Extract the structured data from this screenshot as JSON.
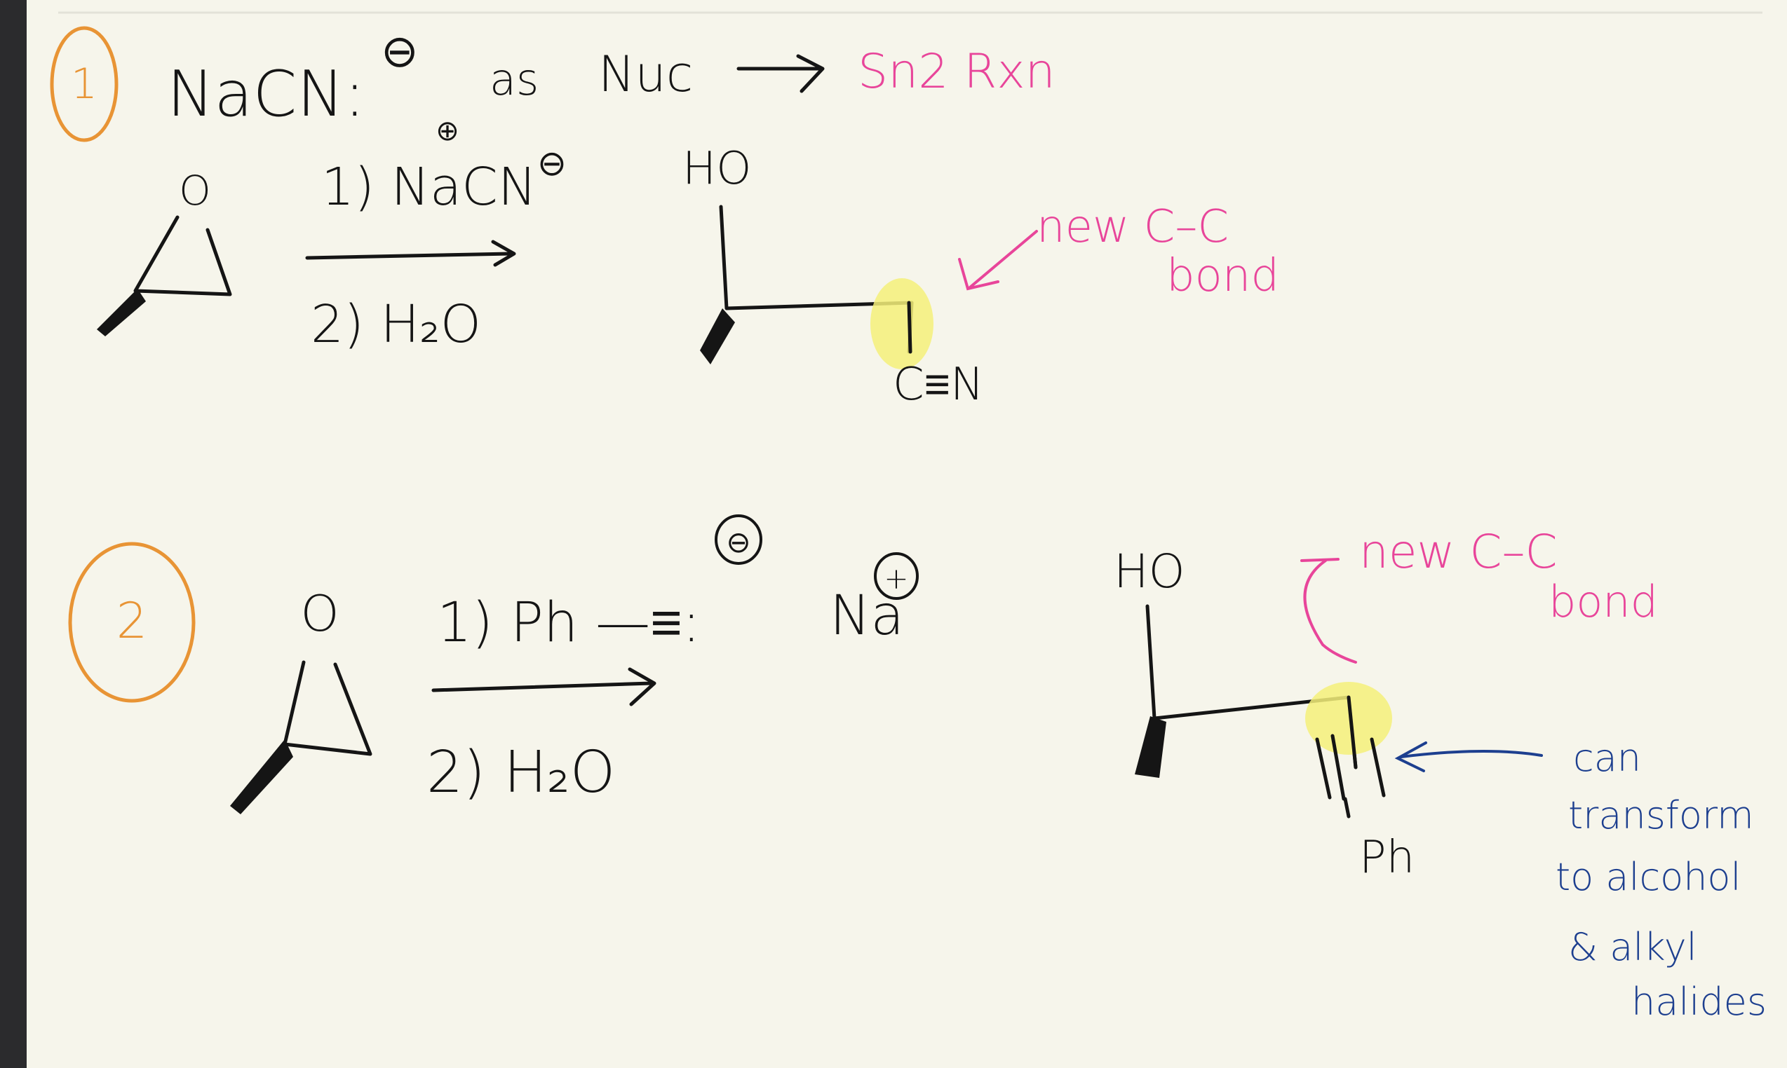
{
  "section1": {
    "number": "1",
    "header": {
      "reagent": "NaCN:",
      "charge": "⊖",
      "as": "as",
      "role": "Nuc",
      "reaction_type": "Sn2 Rxn"
    },
    "reactant": {
      "oxygen": "O"
    },
    "conditions": {
      "step1": "1) NaCN",
      "step1_cation_charge": "⊕",
      "step1_anion_charge": "⊖",
      "step2": "2) H₂O"
    },
    "product": {
      "hydroxyl": "HO",
      "nitrile": "C≡N"
    },
    "annotation": {
      "line1": "new C–C",
      "line2": "bond"
    }
  },
  "section2": {
    "number": "2",
    "reactant": {
      "oxygen": "O"
    },
    "conditions": {
      "step1": "1) Ph —≡:",
      "step1_charge": "⊖",
      "counterion": "Na",
      "counterion_charge": "+",
      "step2": "2) H₂O"
    },
    "product": {
      "hydroxyl": "HO",
      "phenyl": "Ph"
    },
    "annotation": {
      "line1": "new C–C",
      "line2": "bond"
    },
    "note": {
      "line1": "can",
      "line2": "transform",
      "line3": "to alcohol",
      "line4": "& alkyl",
      "line5": "halides"
    }
  },
  "colors": {
    "ink": "#151515",
    "pink": "#e8459a",
    "blue": "#1d3f8f",
    "orange": "#e89435",
    "highlight": "#f4f07a",
    "background": "#f6f5eb",
    "sidebar": "#2b2b2d"
  }
}
